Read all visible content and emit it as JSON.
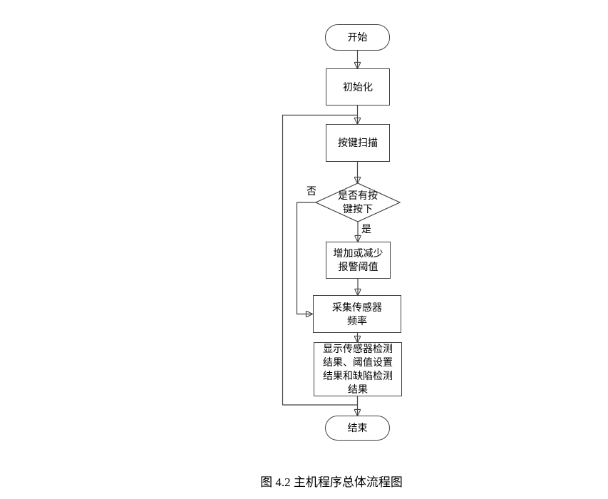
{
  "diagram": {
    "title": "主机程序总体流程图",
    "colors": {
      "line": "#404040",
      "fill": "#ffffff",
      "text": "#000000"
    },
    "nodes": {
      "start": {
        "type": "terminator",
        "label": "开始"
      },
      "init": {
        "type": "process",
        "label": "初始化"
      },
      "scan": {
        "type": "process",
        "label": "按键扫描"
      },
      "decision": {
        "type": "decision",
        "label": "是否有按\n键按下"
      },
      "adjust": {
        "type": "process",
        "label": "增加或减少\n报警阈值"
      },
      "collect": {
        "type": "process",
        "label": "采集传感器\n频率"
      },
      "display": {
        "type": "process",
        "label": "显示传感器检测\n结果、阈值设置\n结果和缺陷检测\n结果"
      },
      "end": {
        "type": "terminator",
        "label": "结束"
      }
    },
    "edge_labels": {
      "yes": "是",
      "no": "否"
    },
    "edges": [
      {
        "from": "start",
        "to": "init"
      },
      {
        "from": "init",
        "to": "scan"
      },
      {
        "from": "scan",
        "to": "decision"
      },
      {
        "from": "decision",
        "to": "adjust",
        "label": "是"
      },
      {
        "from": "decision",
        "to": "collect",
        "label": "否"
      },
      {
        "from": "adjust",
        "to": "collect"
      },
      {
        "from": "collect",
        "to": "display"
      },
      {
        "from": "display",
        "to": "end"
      },
      {
        "from": "display",
        "to": "scan",
        "note": "loop-back"
      }
    ]
  },
  "caption": {
    "text": "图 4.2  主机程序总体流程图"
  }
}
